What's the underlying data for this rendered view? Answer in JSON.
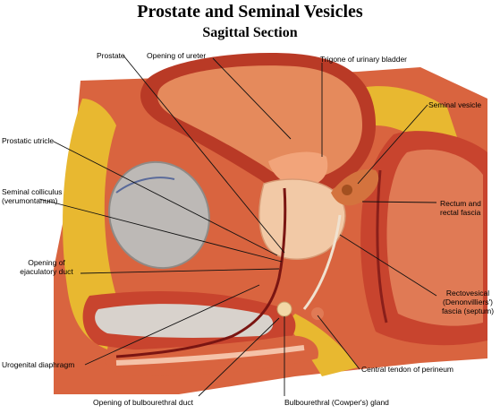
{
  "title": "Prostate and Seminal Vesicles",
  "subtitle": "Sagittal Section",
  "labels": {
    "prostate": "Prostate",
    "opening_of_ureter": "Opening of ureter",
    "trigone": "Trigone of urinary bladder",
    "seminal_vesicle": "Seminal vesicle",
    "prostatic_utricle": "Prostatic utricle",
    "seminal_colliculus_line1": "Seminal colliculus",
    "seminal_colliculus_line2": "(verumontanum)",
    "rectum_line1": "Rectum and",
    "rectum_line2": "rectal fascia",
    "ejaculatory_line1": "Opening of",
    "ejaculatory_line2": "ejaculatory duct",
    "rectovesical_line1": "Rectovesical",
    "rectovesical_line2": "(Denonvilliers')",
    "rectovesical_line3": "fascia (septum)",
    "urogenital_diaphragm": "Urogenital diaphragm",
    "central_tendon": "Central tendon of perineum",
    "bulbourethral_duct": "Opening of bulbourethral duct",
    "bulbourethral_gland": "Bulbourethral (Cowper's) gland"
  },
  "colors": {
    "muscle": "#c8442e",
    "muscle_light": "#e07a55",
    "bladder_interior": "#e58a5c",
    "fat": "#e8b830",
    "bone": "#d8d2cc",
    "pubic_bone": "#bdb9b6",
    "prostate": "#f2c9a6"
  }
}
